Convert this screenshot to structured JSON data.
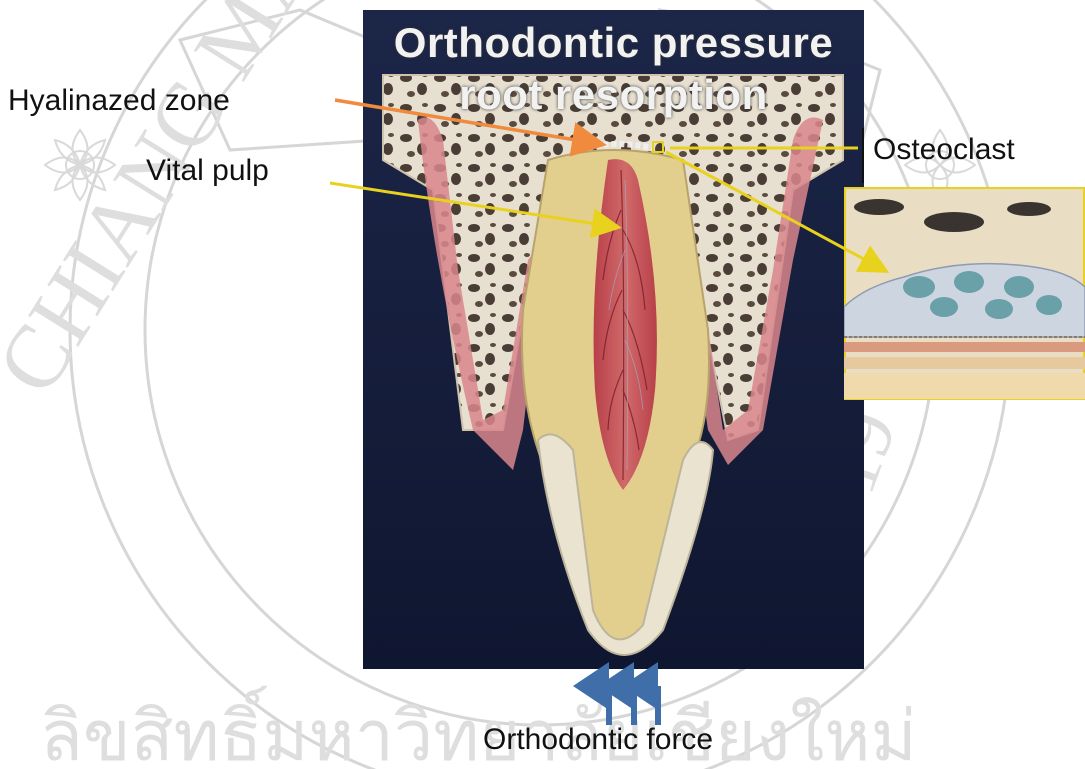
{
  "figure": {
    "title_line1": "Orthodontic pressure",
    "title_line2": "root resorption"
  },
  "labels": {
    "hyalinized_zone": "Hyalinazed zone",
    "vital_pulp": "Vital pulp",
    "osteoclast": "Osteoclast",
    "orthodontic_force": "Orthodontic force"
  },
  "colors": {
    "figure_background": "#141c3a",
    "hyalinized_arrow": "#f08a3c",
    "pulp_arrow": "#e8d21e",
    "osteoclast_arrow": "#e8d21e",
    "force_arrows": "#3f6ea8",
    "watermark": "#cfcfcf"
  }
}
